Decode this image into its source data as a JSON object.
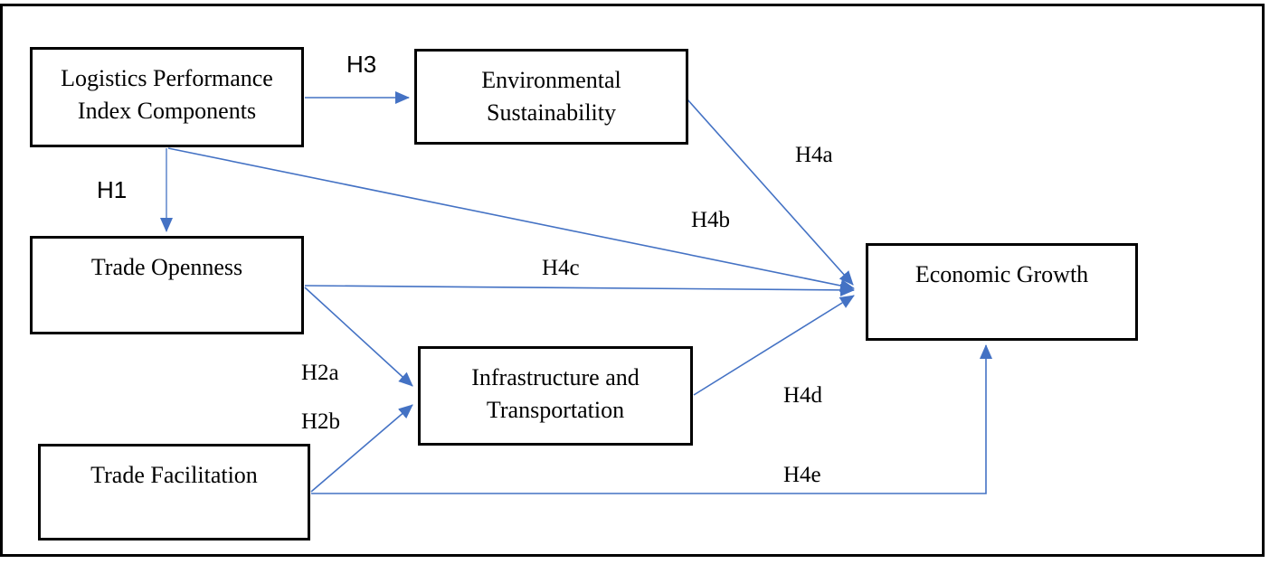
{
  "colors": {
    "arrow": "#4472C4",
    "box_border": "#000000",
    "frame_border": "#000000",
    "background": "#ffffff",
    "text": "#000000"
  },
  "boxes": {
    "logistics": {
      "label": "Logistics Performance Index Components"
    },
    "environmental": {
      "label": "Environmental Sustainability"
    },
    "trade_openness": {
      "label": "Trade Openness"
    },
    "infrastructure": {
      "label": "Infrastructure and Transportation"
    },
    "trade_facilitation": {
      "label": "Trade Facilitation"
    },
    "economic_growth": {
      "label": "Economic Growth"
    }
  },
  "hypotheses": {
    "h1": "H1",
    "h2a": "H2a",
    "h2b": "H2b",
    "h3": "H3",
    "h4a": "H4a",
    "h4b": "H4b",
    "h4c": "H4c",
    "h4d": "H4d",
    "h4e": "H4e"
  }
}
